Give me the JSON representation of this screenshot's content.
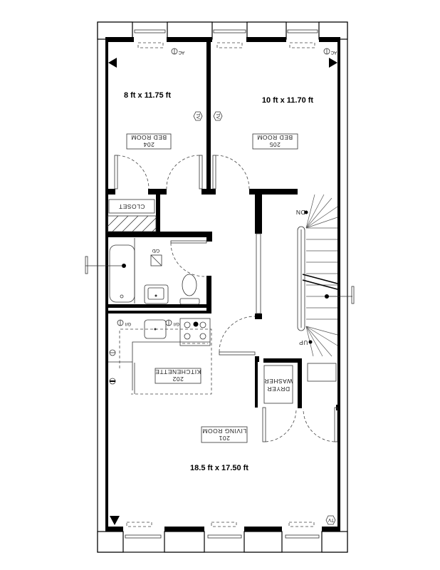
{
  "rooms": [
    {
      "name": "BED ROOM",
      "number": "204",
      "dimensions": "8 ft  x  11.75  ft"
    },
    {
      "name": "BED ROOM",
      "number": "205",
      "dimensions": "10 ft  x  11.70  ft"
    },
    {
      "name": "KITCHENETTE",
      "number": "202"
    },
    {
      "name": "LIVING ROOM",
      "number": "201",
      "dimensions": "18.5 ft  x  17.50  ft"
    }
  ],
  "labels": {
    "closet": "CLOSET",
    "washer": "WASHER",
    "dryer": "DRYER",
    "stair_down": "DN",
    "stair_up": "UP",
    "tv": "TV",
    "ac": "AC",
    "gfi": "G/I",
    "cfd": "C/D"
  },
  "colors": {
    "walls": "#000000",
    "lines": "#333333",
    "background": "#ffffff"
  }
}
